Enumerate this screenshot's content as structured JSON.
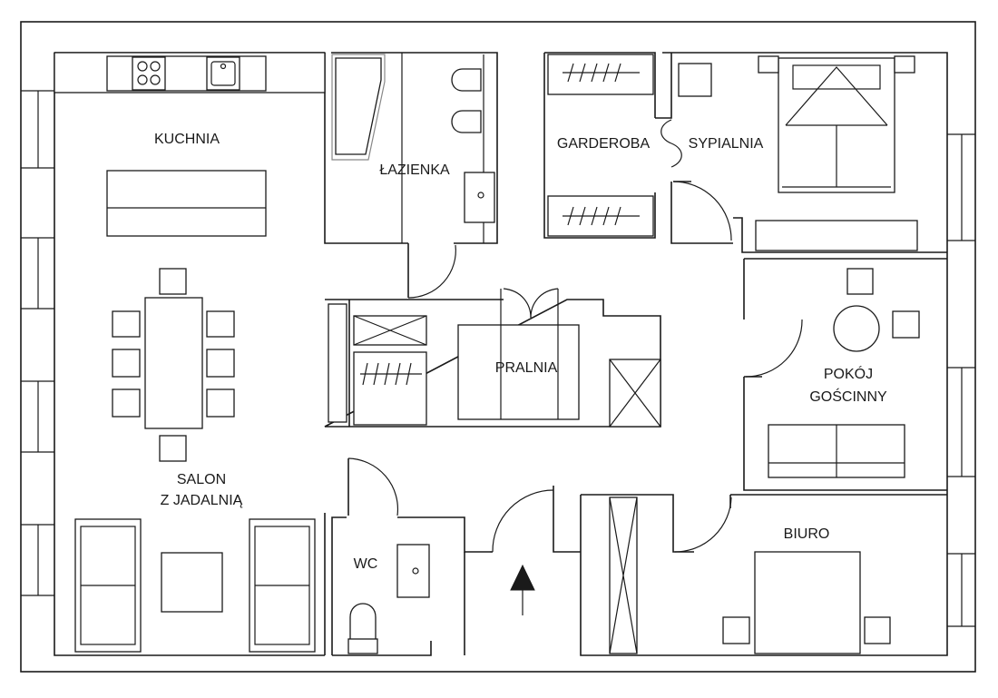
{
  "rooms": {
    "kuchnia": "KUCHNIA",
    "lazienka": "ŁAZIENKA",
    "garderoba": "GARDEROBA",
    "sypialnia": "SYPIALNIA",
    "pralnia": "PRALNIA",
    "pokoj_1": "POKÓJ",
    "pokoj_2": "GOŚCINNY",
    "salon_1": "SALON",
    "salon_2": "Z JADALNIĄ",
    "wc": "WC",
    "biuro": "BIURO"
  },
  "icons": {
    "entrance": "entrance-arrow-icon",
    "stove": "stove-icon",
    "sink": "sink-icon"
  },
  "colors": {
    "line": "#1a1a1a",
    "background": "#ffffff",
    "secondary_line": "#888888"
  }
}
